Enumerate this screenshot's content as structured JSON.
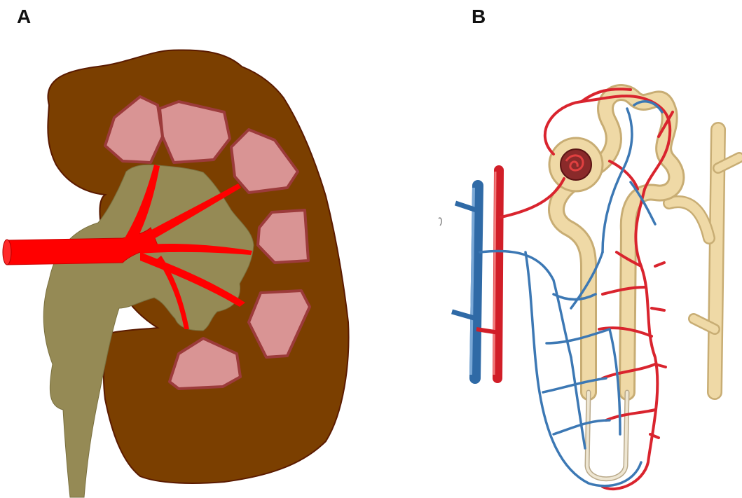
{
  "panels": {
    "a": {
      "label": "A"
    },
    "b": {
      "label": "B"
    }
  },
  "colors": {
    "kidney_tissue": "#7b3f00",
    "kidney_outline": "#5a1a00",
    "pyramid_fill": "#d99494",
    "pyramid_outline": "#9c3b3b",
    "renal_pelvis": "#958a55",
    "renal_artery": "#ff0000",
    "vein_blue": "#3c78b4",
    "artery_red": "#d9242e",
    "tubule_beige": "#efd9a6",
    "tubule_outline": "#c8ad74"
  },
  "icons": {
    "panel_a": "kidney-cross-section-illustration",
    "panel_b": "nephron-vasculature-illustration"
  }
}
